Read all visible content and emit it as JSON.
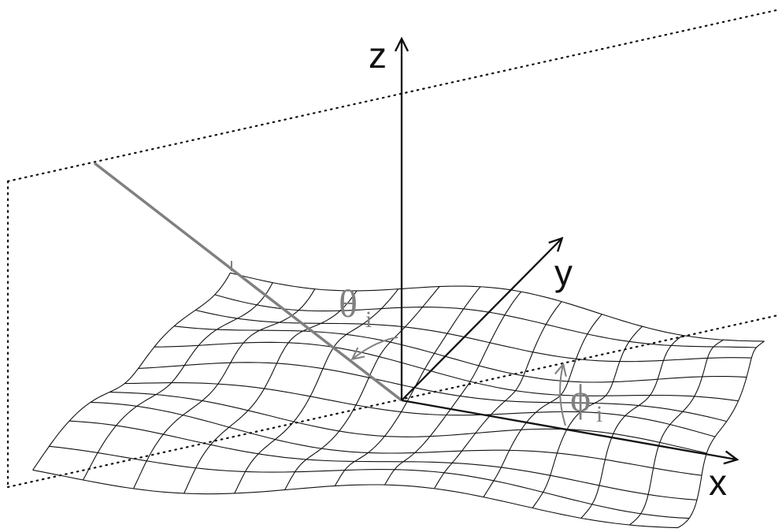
{
  "diagram": {
    "axes": {
      "x_label": "x",
      "y_label": "y",
      "z_label": "z"
    },
    "angles": {
      "theta_symbol": "θ",
      "theta_subscript": "i",
      "phi_symbol": "ϕ",
      "phi_subscript": "i"
    },
    "colors": {
      "axis": "#111111",
      "incident_ray": "#808080",
      "angle_annotation": "#808080",
      "surface_mesh": "#111111",
      "plane_dots": "#111111"
    }
  }
}
